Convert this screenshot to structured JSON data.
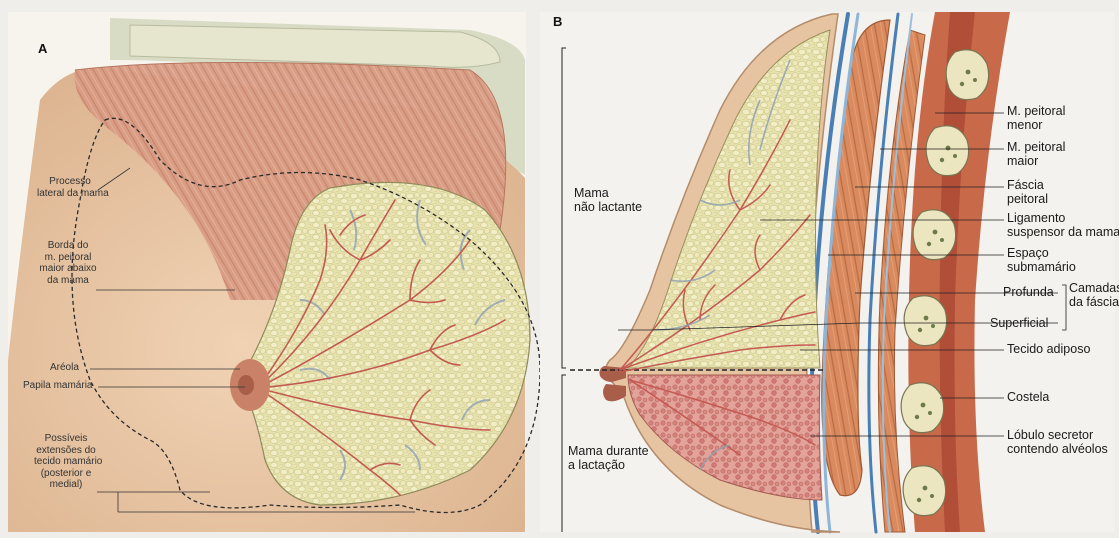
{
  "figure": {
    "panel_a": {
      "letter": "A",
      "labels": {
        "processo": [
          "Processo",
          "lateral da mama"
        ],
        "borda": [
          "Borda do",
          "m. peitoral",
          "maior abaixo",
          "da mama"
        ],
        "areola": "Aréola",
        "papila": "Papila mamária",
        "extensoes": [
          "Possíveis",
          "extensões do",
          "tecido mamário",
          "(posterior e",
          "medial)"
        ]
      }
    },
    "panel_b": {
      "letter": "B",
      "labels": {
        "peitoral_menor": [
          "M. peitoral",
          "menor"
        ],
        "peitoral_maior": [
          "M. peitoral",
          "maior"
        ],
        "fascia": [
          "Fáscia",
          "peitoral"
        ],
        "ligamento": [
          "Ligamento",
          "suspensor da mama"
        ],
        "espaco": [
          "Espaço",
          "submamário"
        ],
        "profunda": "Profunda",
        "superficial": "Superficial",
        "camadas": [
          "Camadas",
          "da fáscia"
        ],
        "tecido": "Tecido adiposo",
        "costela": "Costela",
        "lobulo": [
          "Lóbulo secretor",
          "contendo alvéolos"
        ],
        "nao_lactante": [
          "Mama",
          "não lactante"
        ],
        "lactacao": [
          "Mama durante",
          "a lactação"
        ]
      }
    },
    "colors": {
      "skin": "#e8c8a6",
      "muscle": "#d9a38e",
      "fat": "#e8e4b0",
      "duct": "#c45a52",
      "fascia_blue": "#4a7fb5",
      "rib": "#ebe6c0",
      "background": "#efeeea"
    }
  }
}
